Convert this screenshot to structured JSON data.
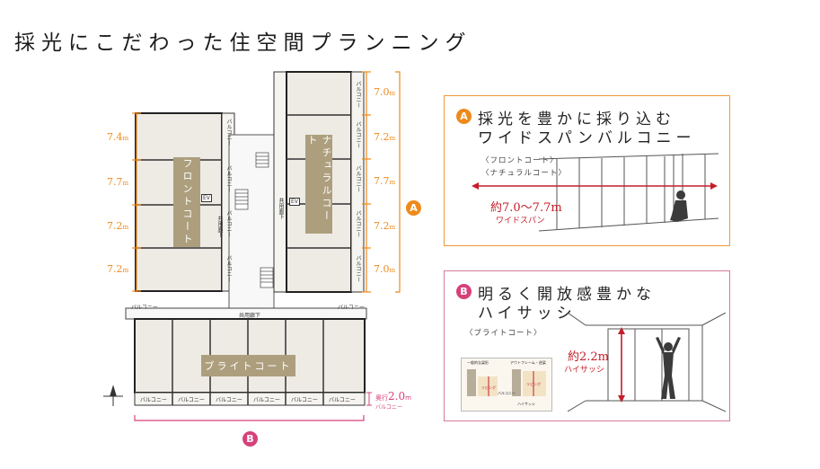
{
  "title": "採光にこだわった住空間プランニング",
  "plan": {
    "front_court": "フロントコート",
    "natural_court": "ナチュラルコート",
    "bright_court": "ブライトコート",
    "balcony": "バルコニー",
    "corridor": "共用廊下",
    "ev": "EV",
    "left_dims": [
      {
        "value": "7.4",
        "unit": "m"
      },
      {
        "value": "7.7",
        "unit": "m"
      },
      {
        "value": "7.2",
        "unit": "m"
      },
      {
        "value": "7.2",
        "unit": "m"
      }
    ],
    "right_dims": [
      {
        "value": "7.0",
        "unit": "m"
      },
      {
        "value": "7.2",
        "unit": "m"
      },
      {
        "value": "7.7",
        "unit": "m"
      },
      {
        "value": "7.2",
        "unit": "m"
      },
      {
        "value": "7.0",
        "unit": "m"
      }
    ],
    "depth_label": "奥行",
    "depth_value": "2.0",
    "depth_unit": "m",
    "depth_caption": "バルコニー",
    "marker_a": "A",
    "marker_b": "B"
  },
  "card_a": {
    "badge": "A",
    "heading_line1": "採光を豊かに採り込む",
    "heading_line2": "ワイドスパンバルコニー",
    "court1": "〈フロントコート〉",
    "court2": "〈ナチュラルコート〉",
    "span_value": "約7.0～7.7m",
    "span_caption": "ワイドスパン"
  },
  "card_b": {
    "badge": "B",
    "heading_line1": "明るく開放感豊かな",
    "heading_line2": "ハイサッシ",
    "court": "〈ブライトコート〉",
    "height_value": "約2.2m",
    "height_caption": "ハイサッシ",
    "inset_left": "一般的な梁形",
    "inset_right": "アウトフレーム・逆梁",
    "inset_label_a": "リビング",
    "inset_label_b": "バルコニー",
    "inset_caption": "ハイサッシ"
  },
  "colors": {
    "orange": "#ee8a1c",
    "pink": "#d6417a",
    "red": "#c41e2a",
    "court_fill": "#ad9f7e",
    "unit_fill": "#eeebe4"
  }
}
